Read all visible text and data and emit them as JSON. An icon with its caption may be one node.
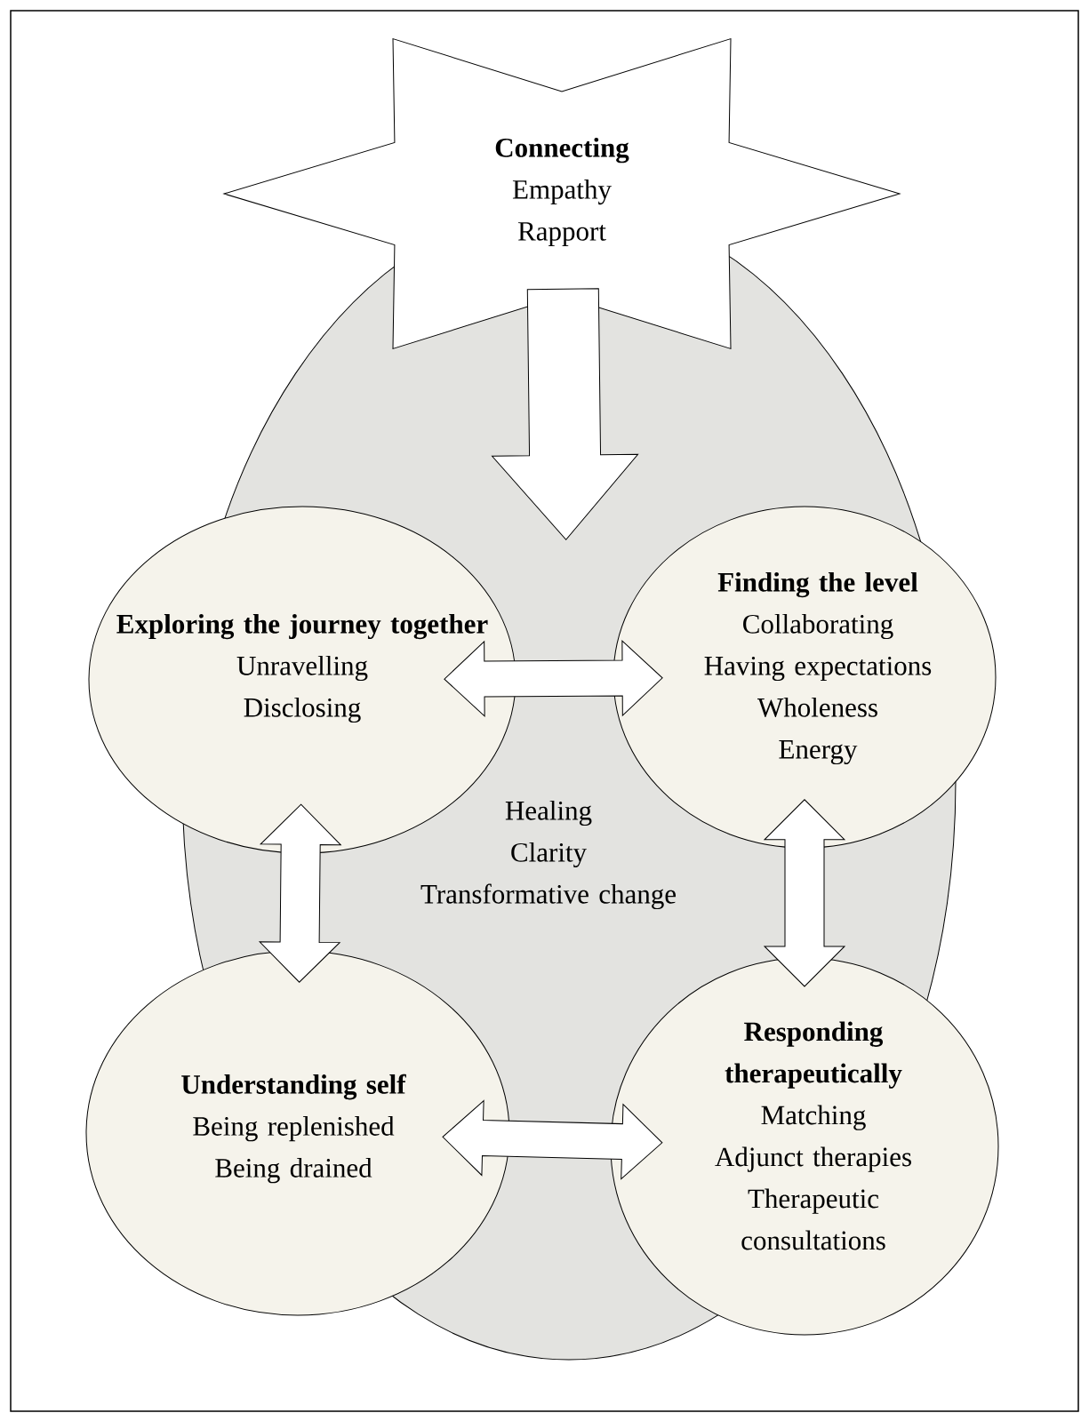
{
  "diagram": {
    "nodes": [
      {
        "text": [
          "Connecting",
          "Empathy",
          "Rapport"
        ]
      },
      {
        "text": [
          "Exploring the journey together",
          "Unravelling",
          "Disclosing"
        ]
      },
      {
        "text": [
          "Finding the level",
          "Collaborating",
          "Having expectations",
          "Wholeness",
          "Energy"
        ]
      },
      {
        "text": [
          "Healing",
          "Clarity",
          "Transformative change"
        ]
      },
      {
        "text": [
          "Understanding self",
          "Being replenished",
          "Being drained"
        ]
      },
      {
        "text": [
          "Responding therapeutically",
          "Matching",
          "Adjunct therapies",
          "Therapeutic consultations"
        ]
      }
    ],
    "edges": [
      {
        "from": 0,
        "to": 3,
        "arrow": "to"
      },
      {
        "from": 1,
        "to": 2,
        "arrow": "both"
      },
      {
        "from": 1,
        "to": 4,
        "arrow": "both"
      },
      {
        "from": 2,
        "to": 5,
        "arrow": "both"
      },
      {
        "from": 4,
        "to": 5,
        "arrow": "both"
      }
    ]
  }
}
